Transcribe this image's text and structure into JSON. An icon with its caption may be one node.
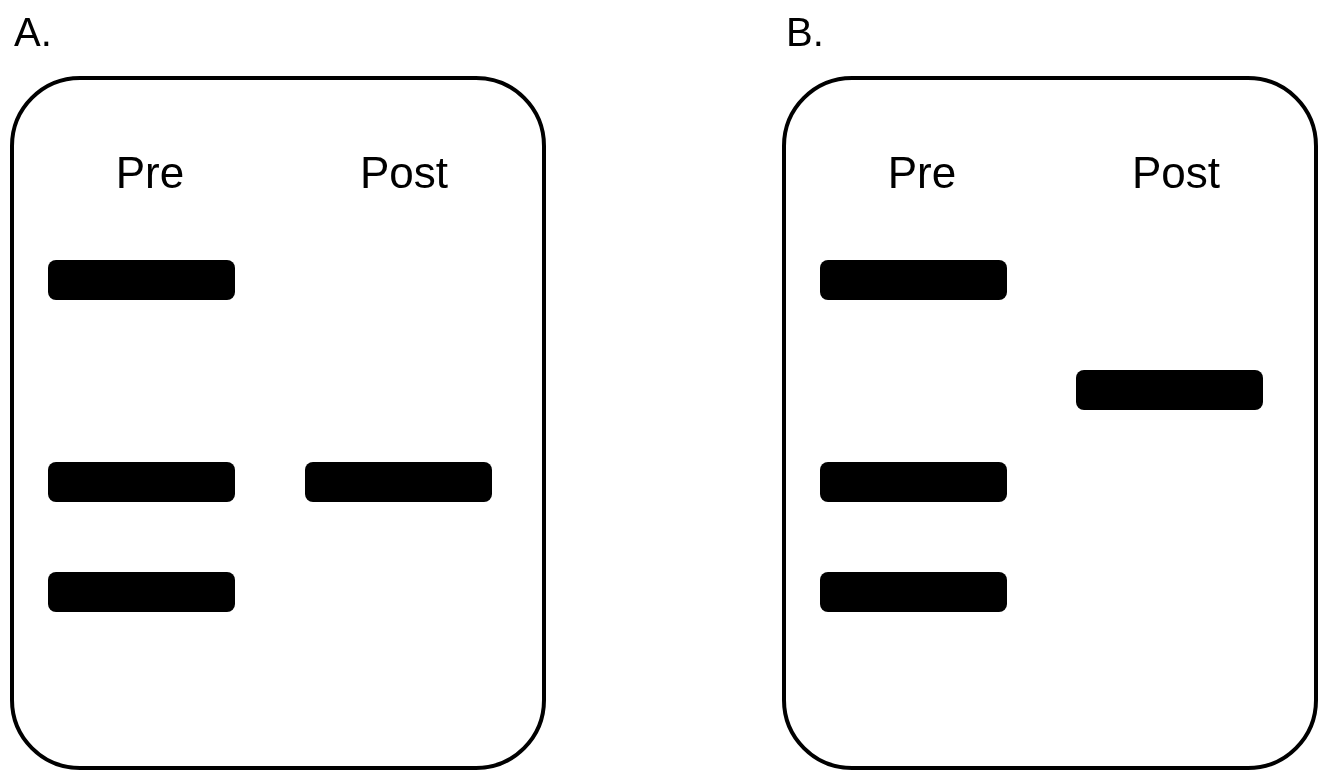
{
  "diagram": {
    "nodes": [
      {
        "text": [
          "A.",
          "Pre",
          "Post"
        ]
      },
      {
        "text": [],
        "shape": "bar",
        "in": 0
      },
      {
        "text": [],
        "shape": "bar",
        "in": 0
      },
      {
        "text": [],
        "shape": "bar",
        "in": 0
      },
      {
        "text": [],
        "shape": "bar",
        "in": 0
      },
      {
        "text": [
          "B.",
          "Pre",
          "Post"
        ]
      },
      {
        "text": [],
        "shape": "bar",
        "in": 5
      },
      {
        "text": [],
        "shape": "bar",
        "in": 5
      },
      {
        "text": [],
        "shape": "bar",
        "in": 5
      },
      {
        "text": [],
        "shape": "bar",
        "in": 5
      }
    ]
  }
}
